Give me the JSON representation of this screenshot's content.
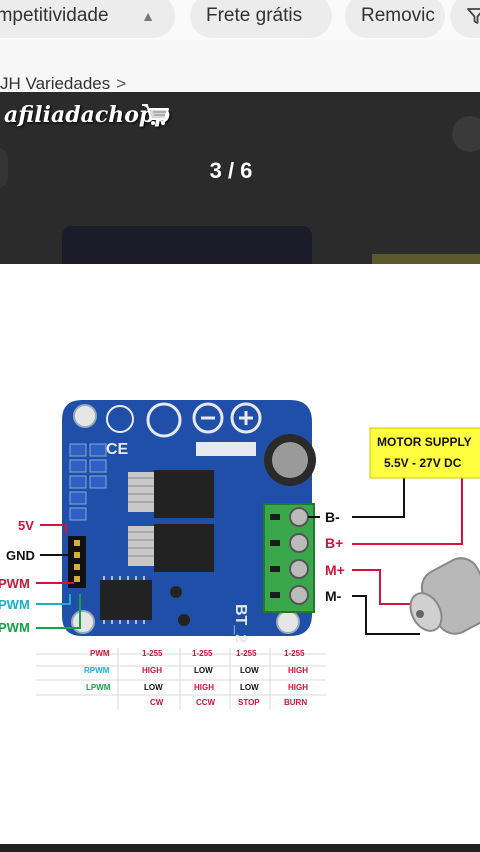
{
  "filters": {
    "chip1": "ompetitividade",
    "chip2": "Frete grátis",
    "chip3": "Removic",
    "sort_icon": "sort-updown-icon",
    "filter_icon": "funnel-icon"
  },
  "seller": {
    "name": "JH Variedades",
    "chevron": ">"
  },
  "gallery": {
    "watermark": "afiliadachopp",
    "watermark_icon": "shopping-cart-icon",
    "counter": "3 / 6"
  },
  "diagram": {
    "supply_line1": "MOTOR SUPPLY",
    "supply_line2": "5.5V - 27V DC",
    "board_label": "BT_2",
    "terminals": [
      "B-",
      "B+",
      "M+",
      "M-"
    ],
    "pins": [
      "5V",
      "GND",
      "PWM",
      "PWM",
      "PWM"
    ],
    "table": {
      "rows": [
        {
          "label": "PWM",
          "cells": [
            "1-255",
            "1-255",
            "1-255",
            "1-255"
          ]
        },
        {
          "label": "RPWM",
          "cells": [
            "HIGH",
            "LOW",
            "LOW",
            "HIGH"
          ]
        },
        {
          "label": "LPWM",
          "cells": [
            "LOW",
            "HIGH",
            "LOW",
            "HIGH"
          ]
        },
        {
          "label": "",
          "cells": [
            "CW",
            "CCW",
            "STOP",
            "BURN"
          ]
        }
      ]
    },
    "colors": {
      "board": "#1f4fa8",
      "red_wire": "#d0143c",
      "cyan_wire": "#1ab0c8",
      "green_wire": "#18a048",
      "supply_box": "#ffff40"
    }
  }
}
